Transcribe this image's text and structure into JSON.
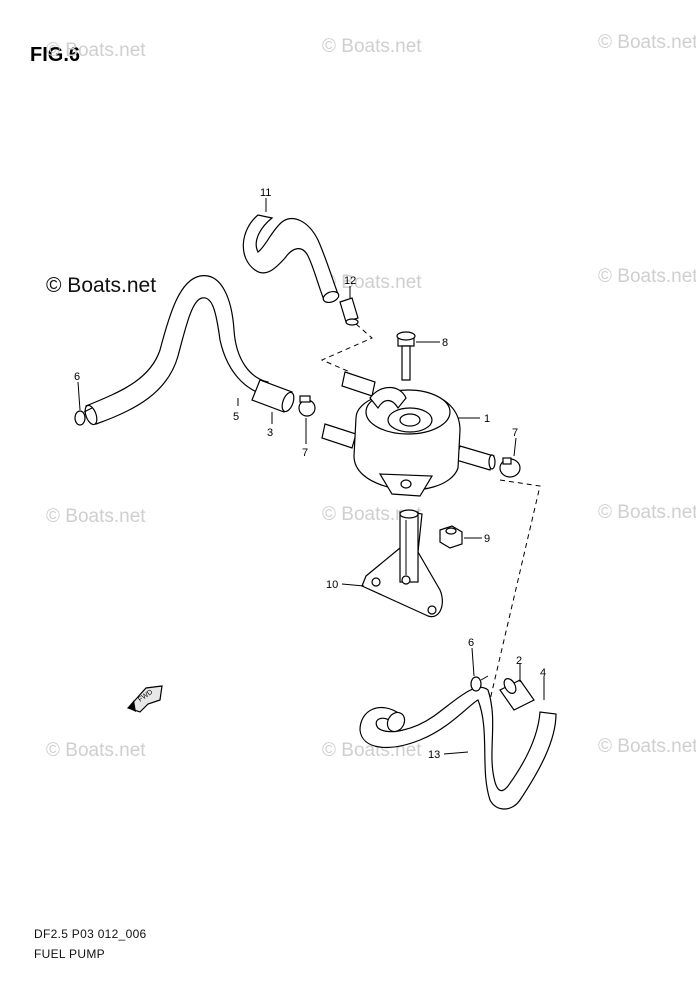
{
  "figure": {
    "title": "FIG.6",
    "code": "DF2.5 P03 012_006",
    "name": "FUEL PUMP"
  },
  "watermarks": {
    "light": "© Boats.net",
    "dark": "© Boats.net"
  },
  "fwd_label": "FWD",
  "callouts": [
    "1",
    "2",
    "3",
    "4",
    "5",
    "6",
    "6",
    "7",
    "7",
    "8",
    "9",
    "10",
    "11",
    "12",
    "13"
  ]
}
